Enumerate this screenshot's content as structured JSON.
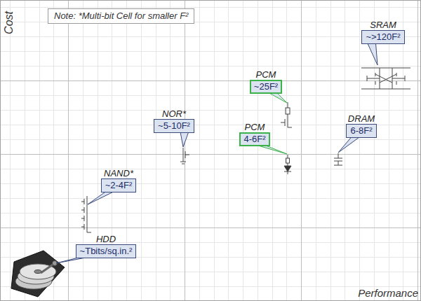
{
  "diagram": {
    "nodes": [
      {
        "text": [
          "Note: *Multi-bit Cell for smaller F²"
        ]
      },
      {
        "text": [
          "SRAM",
          "~>120F²"
        ]
      },
      {
        "text": [
          "PCM",
          "~25F²"
        ]
      },
      {
        "text": [
          "NOR*",
          "~5-10F²"
        ]
      },
      {
        "text": [
          "PCM",
          "4-6F²"
        ]
      },
      {
        "text": [
          "DRAM",
          "6-8F²"
        ]
      },
      {
        "text": [
          "NAND*",
          "~2-4F²"
        ]
      },
      {
        "text": [
          "HDD",
          "~Tbits/sq.in.²"
        ]
      }
    ],
    "labels": [
      "Cost",
      "Performance"
    ]
  }
}
